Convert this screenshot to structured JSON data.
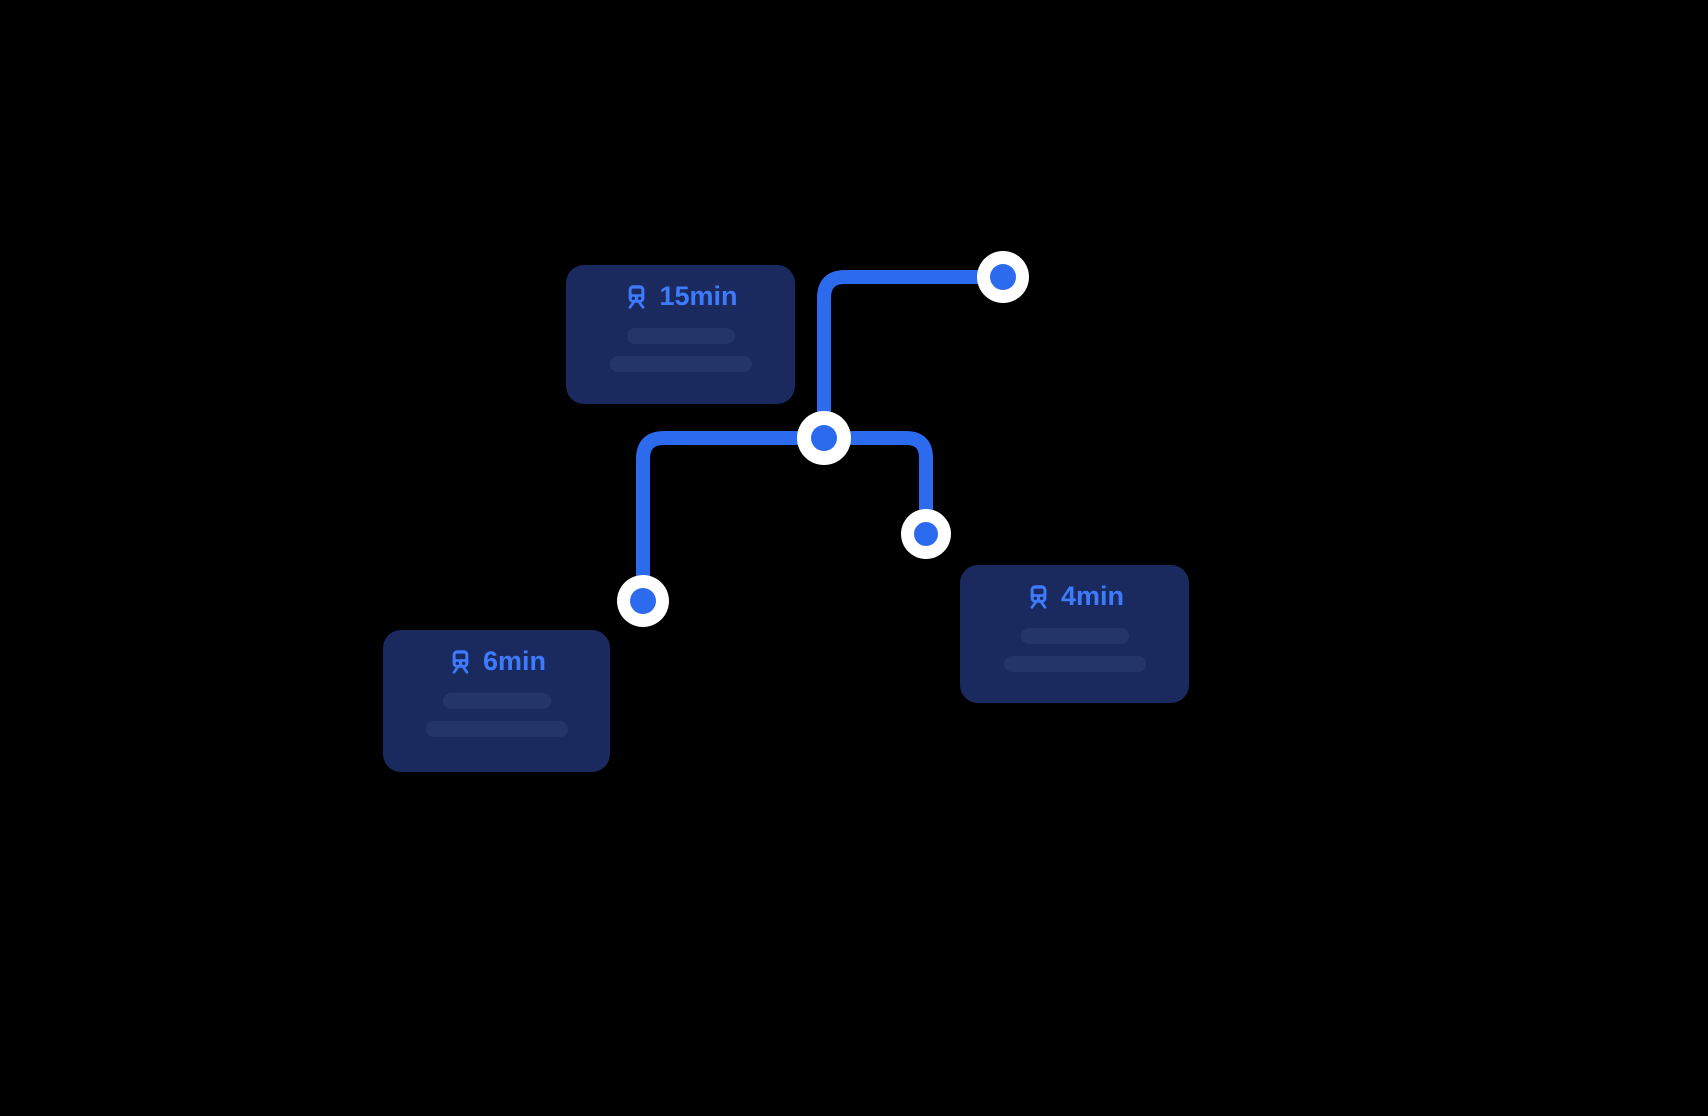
{
  "theme": {
    "background_color": "#000000",
    "card_bg": "#1b2a5e",
    "line_color": "#2d6bee",
    "label_color": "#3d7bfc",
    "node_ring_color": "#ffffff",
    "skeleton_color": "#243568"
  },
  "cards": [
    {
      "duration": "15min",
      "icon": "train-icon"
    },
    {
      "duration": "6min",
      "icon": "train-icon"
    },
    {
      "duration": "4min",
      "icon": "train-icon"
    }
  ]
}
